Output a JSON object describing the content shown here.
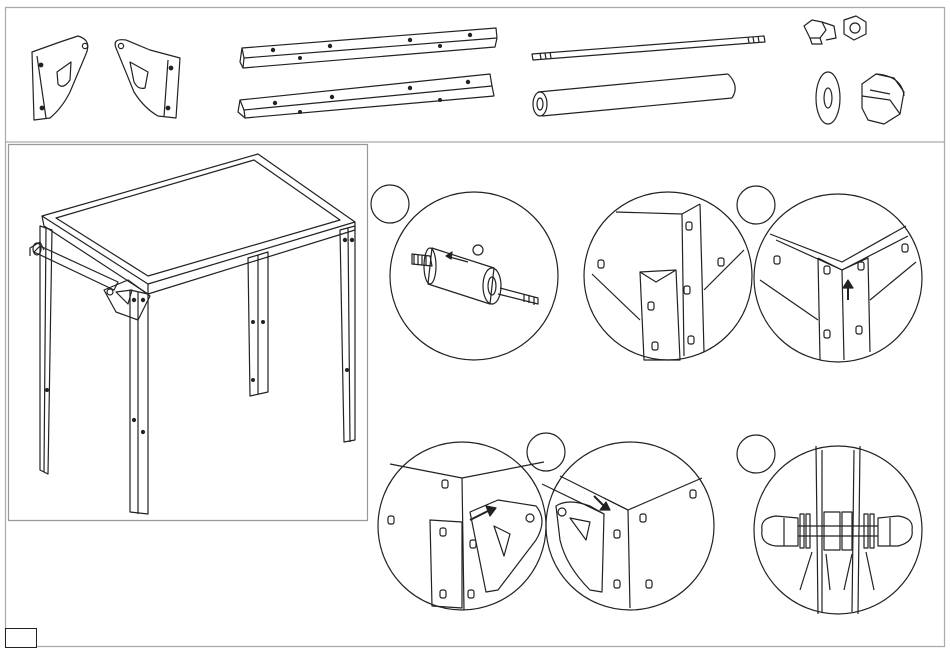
{
  "document": {
    "type": "assembly-instruction-sheet",
    "parts_row": [
      "corner-brackets",
      "angle-rails",
      "threaded-rod",
      "tube-spacer",
      "bolt-and-nut",
      "washer",
      "cap-nut"
    ],
    "detail_steps": [
      "rod-insertion",
      "corner-alignment",
      "bracket-attachment",
      "bolt-stack"
    ]
  },
  "page_number": "",
  "step_markers": [
    "",
    "",
    "",
    ""
  ],
  "colors": {
    "line": "#222222",
    "frame": "#999999",
    "background": "#ffffff"
  }
}
